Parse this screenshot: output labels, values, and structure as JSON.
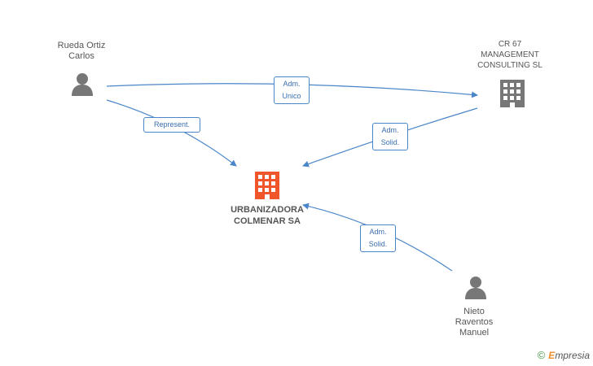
{
  "nodes": {
    "person_rueda": {
      "lines": [
        "Rueda Ortiz",
        "Carlos"
      ]
    },
    "company_cr67": {
      "lines": [
        "CR 67",
        "MANAGEMENT",
        "CONSULTING  SL"
      ]
    },
    "company_main": {
      "lines": [
        "URBANIZADORA",
        "COLMENAR SA"
      ]
    },
    "person_nieto": {
      "lines": [
        "Nieto",
        "Raventos",
        "Manuel"
      ]
    }
  },
  "edges": {
    "rueda_to_cr67": {
      "lines": [
        "Adm.",
        "Unico"
      ]
    },
    "rueda_to_main": {
      "lines": [
        "Represent."
      ]
    },
    "cr67_to_main": {
      "lines": [
        "Adm.",
        "Solid."
      ]
    },
    "nieto_to_main": {
      "lines": [
        "Adm.",
        "Solid."
      ]
    }
  },
  "colors": {
    "edge": "#4a86c8",
    "person_icon": "#777777",
    "company_icon": "#777777",
    "main_company_icon": "#f0562a"
  },
  "footer": {
    "copyright": "©",
    "brand_first": "E",
    "brand_rest": "mpresia"
  }
}
